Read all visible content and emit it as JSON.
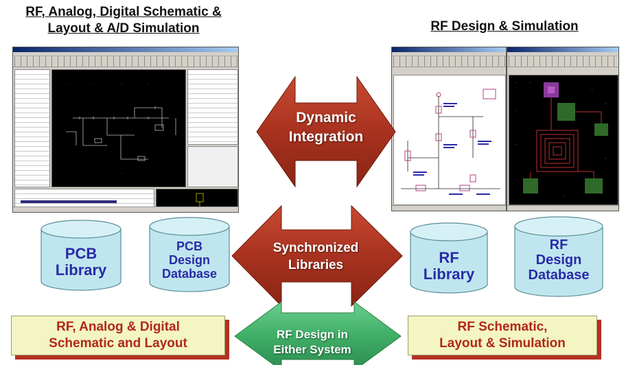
{
  "headings": {
    "left_line1": "RF, Analog, Digital Schematic &",
    "left_line2": "Layout & A/D Simulation",
    "right": "RF Design & Simulation"
  },
  "arrows": {
    "top": {
      "line1": "Dynamic",
      "line2": "Integration"
    },
    "middle": {
      "line1": "Synchronized",
      "line2": "Libraries"
    },
    "bottom": {
      "line1": "RF Design in",
      "line2": "Either System"
    }
  },
  "databases": {
    "pcb_library": {
      "line1": "PCB",
      "line2": "Library"
    },
    "pcb_design_db": {
      "line1": "PCB",
      "line2": "Design",
      "line3": "Database"
    },
    "rf_library": {
      "line1": "RF",
      "line2": "Library"
    },
    "rf_design_db": {
      "line1": "RF",
      "line2": "Design",
      "line3": "Database"
    }
  },
  "boxes": {
    "left": {
      "line1": "RF, Analog & Digital",
      "line2": "Schematic and Layout"
    },
    "right": {
      "line1": "RF Schematic,",
      "line2": "Layout & Simulation"
    }
  },
  "colors": {
    "arrow_red": "#a8321f",
    "arrow_green": "#3fae67",
    "cylinder_fill": "#bfe6ee",
    "cylinder_text": "#2a2aa8",
    "box_fill": "#f3f5c2",
    "box_text": "#b0281a",
    "box_shadow": "#b43121"
  }
}
